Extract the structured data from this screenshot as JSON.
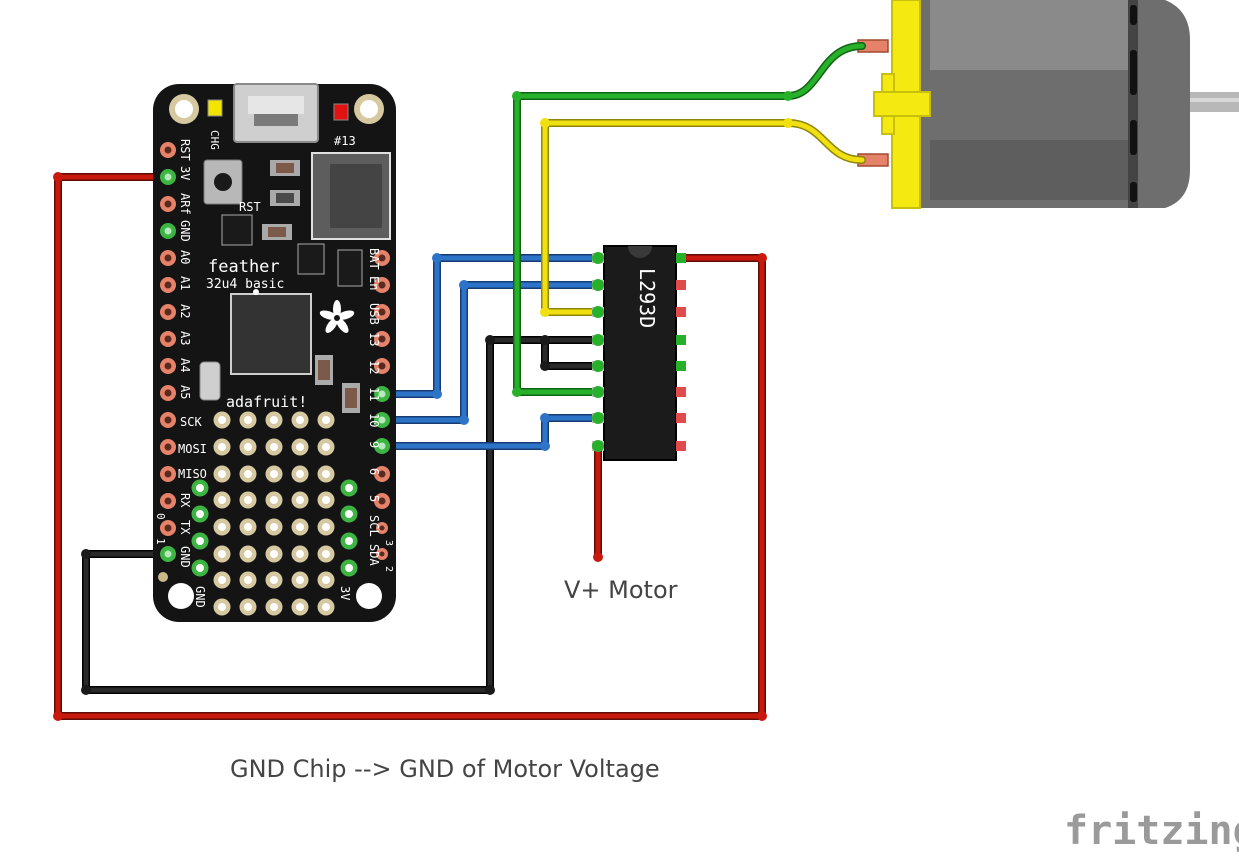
{
  "colors": {
    "background": "#ffffff",
    "wire_red": "#c8190f",
    "wire_black": "#1a1a1a",
    "wire_blue": "#2d74c9",
    "wire_green": "#27b02a",
    "wire_yellow": "#f1e00f",
    "board_black": "#141414",
    "motor_yellow": "#f4ea12",
    "motor_gray": "#7a7a7a"
  },
  "board": {
    "name_line1": "feather",
    "name_line2": "32u4 basic",
    "brand": "adafruit!",
    "chg": "CHG",
    "led": "#13",
    "rst": "RST",
    "left_pins": [
      "RST",
      "3V",
      "ARf",
      "GND",
      "A0",
      "A1",
      "A2",
      "A3",
      "A4",
      "A5",
      "SCK",
      "MOSI",
      "MISO",
      "RX",
      "TX",
      "GND"
    ],
    "left_extra": [
      "0",
      "1"
    ],
    "right_pins": [
      "BAT",
      "En",
      "USB",
      "13",
      "12",
      "11",
      "10",
      "9",
      "6",
      "5",
      "SCL",
      "SDA"
    ],
    "right_extra": [
      "3",
      "2"
    ],
    "bottom_labels": [
      "GND",
      "3V"
    ]
  },
  "chip": {
    "label": "L293D"
  },
  "labels": {
    "vmotor": "V+ Motor",
    "gnd_note": "GND Chip --> GND of Motor Voltage",
    "logo": "fritzing"
  },
  "icons": [
    "adafruit-flower-icon",
    "fritzing-logo"
  ]
}
